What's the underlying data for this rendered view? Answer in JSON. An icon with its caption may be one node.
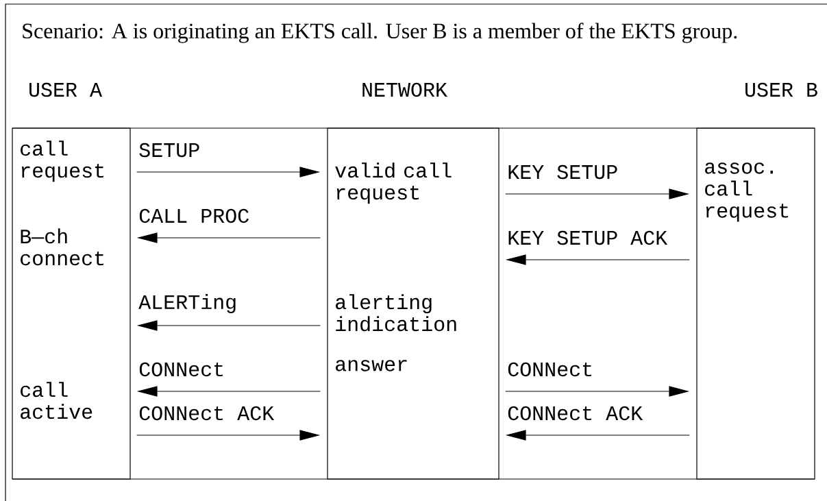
{
  "diagram": {
    "nodes": [
      {
        "text": [
          "USER A",
          "call request",
          "B—ch connect",
          "call active"
        ]
      },
      {
        "text": [
          "NETWORK",
          "valid call request",
          "alerting indication",
          "answer"
        ]
      },
      {
        "text": [
          "USER B",
          "assoc. call request"
        ]
      }
    ],
    "edges": [
      {
        "from": 0,
        "to": 1,
        "arrow": "to",
        "label": "SETUP"
      },
      {
        "from": 1,
        "to": 0,
        "arrow": "to",
        "label": "CALL PROC"
      },
      {
        "from": 1,
        "to": 2,
        "arrow": "to",
        "label": "KEY SETUP"
      },
      {
        "from": 2,
        "to": 1,
        "arrow": "to",
        "label": "KEY SETUP ACK"
      },
      {
        "from": 1,
        "to": 0,
        "arrow": "to",
        "label": "ALERTing"
      },
      {
        "from": 1,
        "to": 0,
        "arrow": "to",
        "label": "CONNect"
      },
      {
        "from": 0,
        "to": 1,
        "arrow": "to",
        "label": "CONNect ACK"
      },
      {
        "from": 1,
        "to": 2,
        "arrow": "to",
        "label": "CONNect"
      },
      {
        "from": 2,
        "to": 1,
        "arrow": "to",
        "label": "CONNect ACK"
      }
    ],
    "labels": [
      "Scenario: A is originating an EKTS call. User B is a member of the EKTS group."
    ]
  }
}
